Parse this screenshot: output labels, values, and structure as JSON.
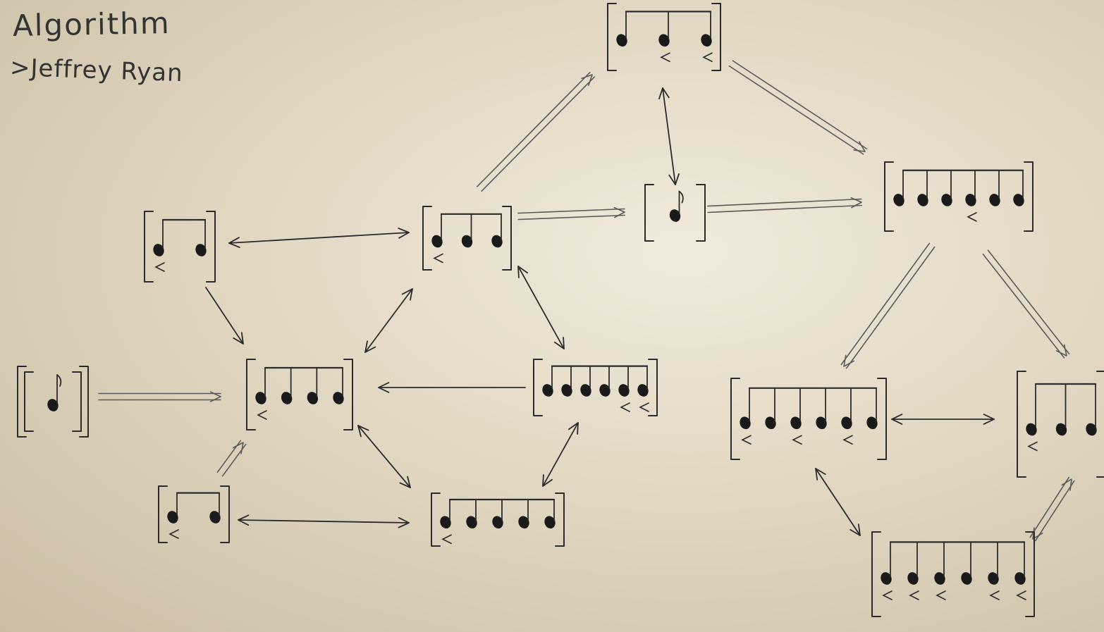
{
  "title": "Algorithm",
  "author": ">Jeffrey Ryan",
  "colors": {
    "paper": "#e9e1cf",
    "ink": "#2b2b2b"
  },
  "nodes": [
    {
      "id": "single-inner",
      "notes": 1,
      "accents": [],
      "double_bracket": true
    },
    {
      "id": "two-top",
      "notes": 2,
      "accents": [
        1
      ],
      "double_bracket": false
    },
    {
      "id": "two-bottom",
      "notes": 2,
      "accents": [
        1
      ],
      "double_bracket": false
    },
    {
      "id": "four",
      "notes": 4,
      "accents": [
        1
      ],
      "double_bracket": false
    },
    {
      "id": "three-mid",
      "notes": 3,
      "accents": [
        1
      ],
      "double_bracket": false
    },
    {
      "id": "three-top",
      "notes": 3,
      "accents": [
        2,
        3
      ],
      "double_bracket": false
    },
    {
      "id": "single-mid",
      "notes": 1,
      "accents": [],
      "double_bracket": false
    },
    {
      "id": "six-right",
      "notes": 6,
      "accents": [
        5,
        6
      ],
      "double_bracket": false
    },
    {
      "id": "five",
      "notes": 5,
      "accents": [
        1
      ],
      "double_bracket": false
    },
    {
      "id": "six-top-right",
      "notes": 6,
      "accents": [
        4
      ],
      "double_bracket": false
    },
    {
      "id": "six-lower",
      "notes": 6,
      "accents": [
        1,
        3,
        5
      ],
      "double_bracket": false
    },
    {
      "id": "three-edge",
      "notes": 3,
      "accents": [
        1
      ],
      "double_bracket": false
    },
    {
      "id": "six-bottom",
      "notes": 6,
      "accents": [
        1,
        2,
        3,
        5,
        6
      ],
      "double_bracket": false
    }
  ],
  "edges": [
    {
      "from": "single-inner",
      "to": "four",
      "style": "double",
      "direction": "forward"
    },
    {
      "from": "two-top",
      "to": "three-mid",
      "style": "single",
      "direction": "both"
    },
    {
      "from": "two-top",
      "to": "four",
      "style": "single",
      "direction": "forward"
    },
    {
      "from": "two-bottom",
      "to": "four",
      "style": "double",
      "direction": "forward"
    },
    {
      "from": "two-bottom",
      "to": "five",
      "style": "single",
      "direction": "both"
    },
    {
      "from": "six-right",
      "to": "four",
      "style": "single",
      "direction": "forward"
    },
    {
      "from": "three-mid",
      "to": "four",
      "style": "single",
      "direction": "both"
    },
    {
      "from": "three-mid",
      "to": "six-right",
      "style": "single",
      "direction": "both"
    },
    {
      "from": "four",
      "to": "five",
      "style": "single",
      "direction": "both"
    },
    {
      "from": "six-right",
      "to": "five",
      "style": "single",
      "direction": "both"
    },
    {
      "from": "three-mid",
      "to": "three-top",
      "style": "double",
      "direction": "forward"
    },
    {
      "from": "three-mid",
      "to": "single-mid",
      "style": "double",
      "direction": "forward"
    },
    {
      "from": "three-top",
      "to": "single-mid",
      "style": "single",
      "direction": "both"
    },
    {
      "from": "three-top",
      "to": "six-top-right",
      "style": "double",
      "direction": "forward"
    },
    {
      "from": "single-mid",
      "to": "six-top-right",
      "style": "double",
      "direction": "forward"
    },
    {
      "from": "six-top-right",
      "to": "six-lower",
      "style": "double",
      "direction": "forward"
    },
    {
      "from": "six-top-right",
      "to": "three-edge",
      "style": "double",
      "direction": "forward"
    },
    {
      "from": "six-lower",
      "to": "three-edge",
      "style": "single",
      "direction": "both"
    },
    {
      "from": "six-lower",
      "to": "six-bottom",
      "style": "single",
      "direction": "both"
    },
    {
      "from": "six-bottom",
      "to": "three-edge",
      "style": "double",
      "direction": "both"
    }
  ]
}
